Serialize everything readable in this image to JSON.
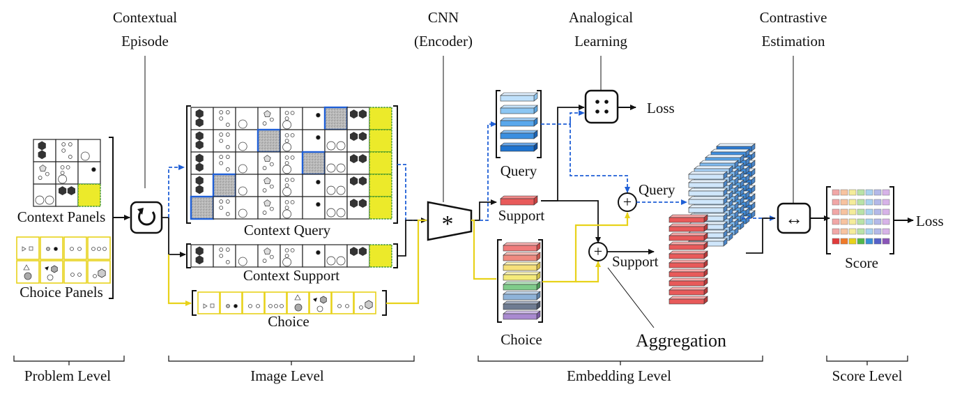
{
  "labels": {
    "contextual_episode": [
      "Contextual",
      "Episode"
    ],
    "cnn_encoder": [
      "CNN",
      "(Encoder)"
    ],
    "analogical_learning": [
      "Analogical",
      "Learning"
    ],
    "contrastive_estimation": [
      "Contrastive",
      "Estimation"
    ],
    "context_panels": "Context Panels",
    "choice_panels": "Choice Panels",
    "context_query": "Context Query",
    "context_support": "Context Support",
    "choice_row": "Choice",
    "query_stack": "Query",
    "support_bar": "Support",
    "choice_stack": "Choice",
    "loss_top": "Loss",
    "loss_right": "Loss",
    "query_3d": "Query",
    "support_3d": "Support",
    "aggregation": "Aggregation",
    "score": "Score"
  },
  "levels": [
    "Problem Level",
    "Image Level",
    "Embedding Level",
    "Score Level"
  ],
  "symbols": {
    "cnn": "*",
    "contrast": "↔",
    "plus": "+"
  },
  "colors": {
    "blue_dashed": "#1f5fd6",
    "yellow_line": "#e8d21a",
    "panel_yellow": "#ecea2a",
    "query_blue": "#3d8fe0",
    "support_red": "#e85a5a"
  }
}
